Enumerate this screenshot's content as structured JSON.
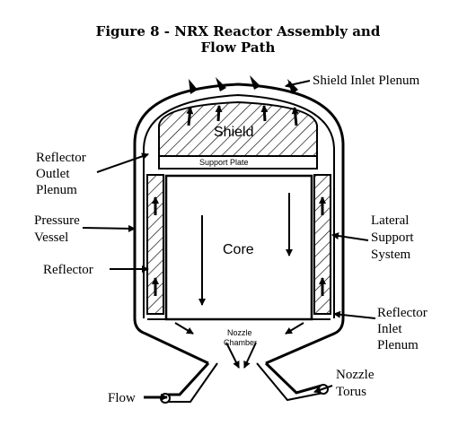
{
  "figure": {
    "title_line1": "Figure 8 - NRX Reactor Assembly and",
    "title_line2": "Flow Path"
  },
  "labels": {
    "shield_inlet_plenum": "Shield Inlet Plenum",
    "shield": "Shield",
    "reflector_outlet_plenum": [
      "Reflector",
      "Outlet",
      "Plenum"
    ],
    "support_plate": "Support Plate",
    "pressure_vessel": [
      "Pressure",
      "Vessel"
    ],
    "core": "Core",
    "lateral_support_system": [
      "Lateral",
      "Support",
      "System"
    ],
    "reflector": "Reflector",
    "reflector_inlet_plenum": [
      "Reflector",
      "Inlet",
      "Plenum"
    ],
    "nozzle_chamber": [
      "Nozzle",
      "Chamber"
    ],
    "nozzle_torus": [
      "Nozzle",
      "Torus"
    ],
    "flow": "Flow"
  }
}
